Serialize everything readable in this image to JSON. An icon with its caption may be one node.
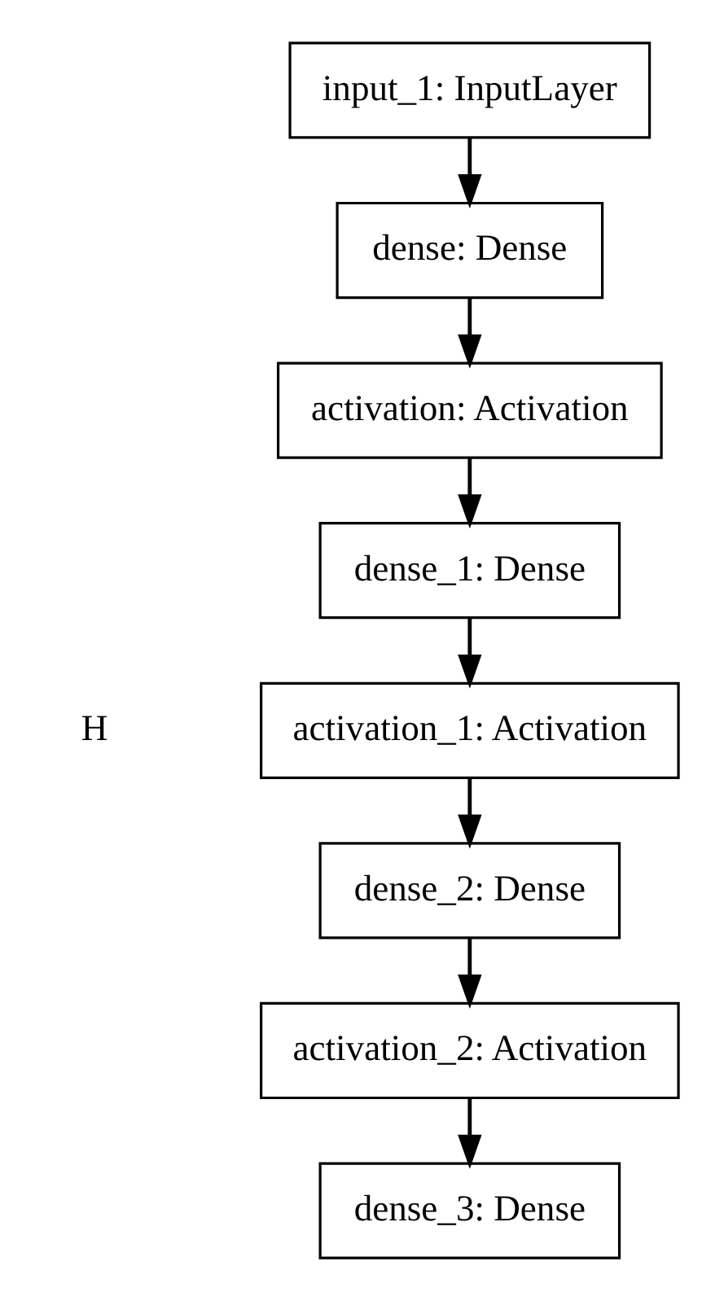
{
  "diagram": {
    "nodes": [
      {
        "text": [
          "input_1: InputLayer"
        ]
      },
      {
        "text": [
          "dense: Dense"
        ]
      },
      {
        "text": [
          "activation: Activation"
        ]
      },
      {
        "text": [
          "dense_1: Dense"
        ]
      },
      {
        "text": [
          "activation_1: Activation"
        ]
      },
      {
        "text": [
          "dense_2: Dense"
        ]
      },
      {
        "text": [
          "activation_2: Activation"
        ]
      },
      {
        "text": [
          "dense_3: Dense"
        ]
      }
    ],
    "edges": [
      {
        "from": 0,
        "to": 1,
        "arrow": "to"
      },
      {
        "from": 1,
        "to": 2,
        "arrow": "to"
      },
      {
        "from": 2,
        "to": 3,
        "arrow": "to"
      },
      {
        "from": 3,
        "to": 4,
        "arrow": "to"
      },
      {
        "from": 4,
        "to": 5,
        "arrow": "to"
      },
      {
        "from": 5,
        "to": 6,
        "arrow": "to"
      },
      {
        "from": 6,
        "to": 7,
        "arrow": "to"
      }
    ],
    "labels": [
      "H"
    ]
  }
}
